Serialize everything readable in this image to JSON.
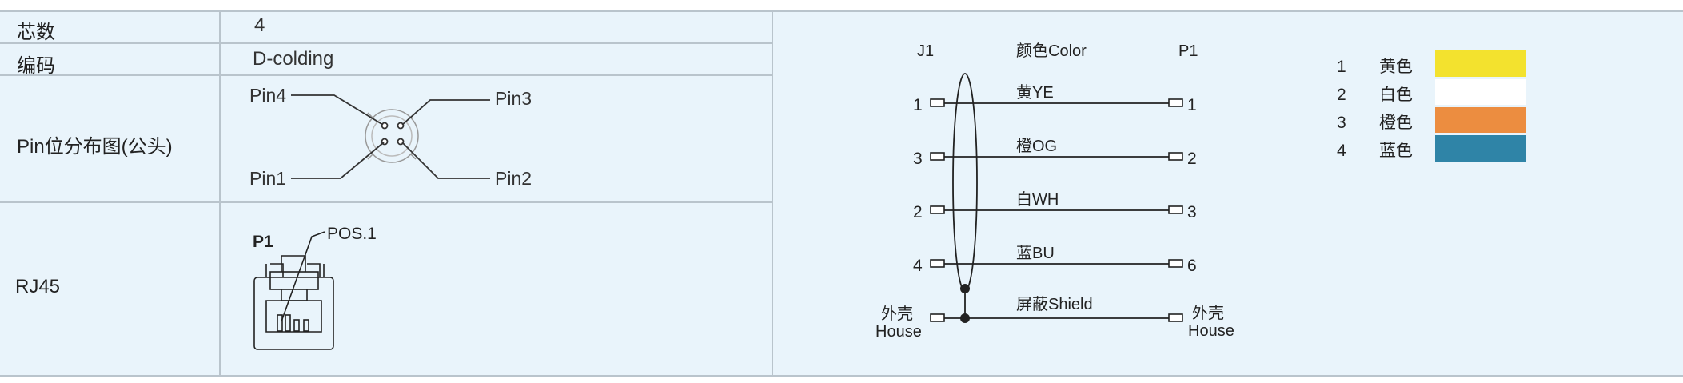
{
  "rows": {
    "cores": {
      "label": "芯数",
      "value": "4"
    },
    "coding": {
      "label": "编码",
      "value": "D-colding"
    },
    "pinout": {
      "label": "Pin位分布图(公头)",
      "pins": [
        "Pin4",
        "Pin3",
        "Pin1",
        "Pin2"
      ]
    },
    "rj45": {
      "label": "RJ45",
      "p1": "P1",
      "pos": "POS.1"
    }
  },
  "wiring": {
    "j1": "J1",
    "p1": "P1",
    "color_header": "颜色Color",
    "wires": [
      {
        "left": "1",
        "color": "黄YE",
        "right": "1"
      },
      {
        "left": "3",
        "color": "橙OG",
        "right": "2"
      },
      {
        "left": "2",
        "color": "白WH",
        "right": "3"
      },
      {
        "left": "4",
        "color": "蓝BU",
        "right": "6"
      }
    ],
    "shield": {
      "color": "屏蔽Shield",
      "left_cn": "外壳",
      "left_en": "House",
      "right_cn": "外壳",
      "right_en": "House"
    }
  },
  "legend": [
    {
      "num": "1",
      "name": "黄色",
      "hex": "#f3e22e"
    },
    {
      "num": "2",
      "name": "白色",
      "hex": "#ffffff"
    },
    {
      "num": "3",
      "name": "橙色",
      "hex": "#ec8d40"
    },
    {
      "num": "4",
      "name": "蓝色",
      "hex": "#2f84a7"
    }
  ]
}
